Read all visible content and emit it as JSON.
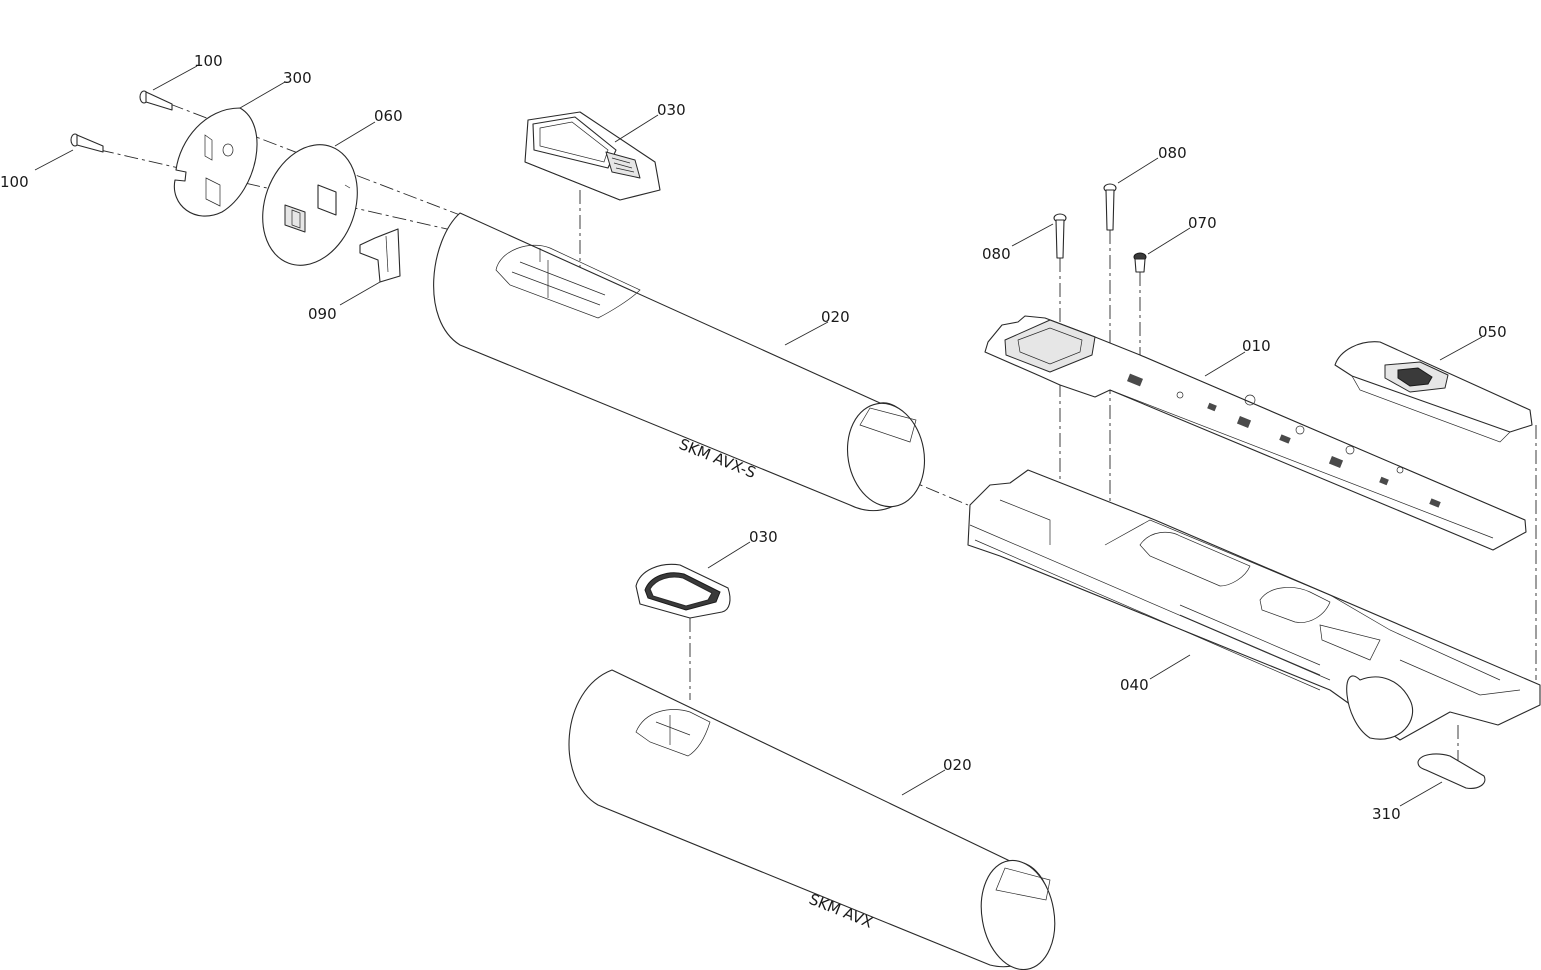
{
  "diagram": {
    "callouts": {
      "c100a": "100",
      "c100b": "100",
      "c300": "300",
      "c060": "060",
      "c090": "090",
      "c030a": "030",
      "c030b": "030",
      "c020a": "020",
      "c020b": "020",
      "c080a": "080",
      "c080b": "080",
      "c070": "070",
      "c010": "010",
      "c050": "050",
      "c040": "040",
      "c310": "310"
    },
    "models": {
      "upper": "SKM AVX-S",
      "lower": "SKM AVX"
    }
  }
}
